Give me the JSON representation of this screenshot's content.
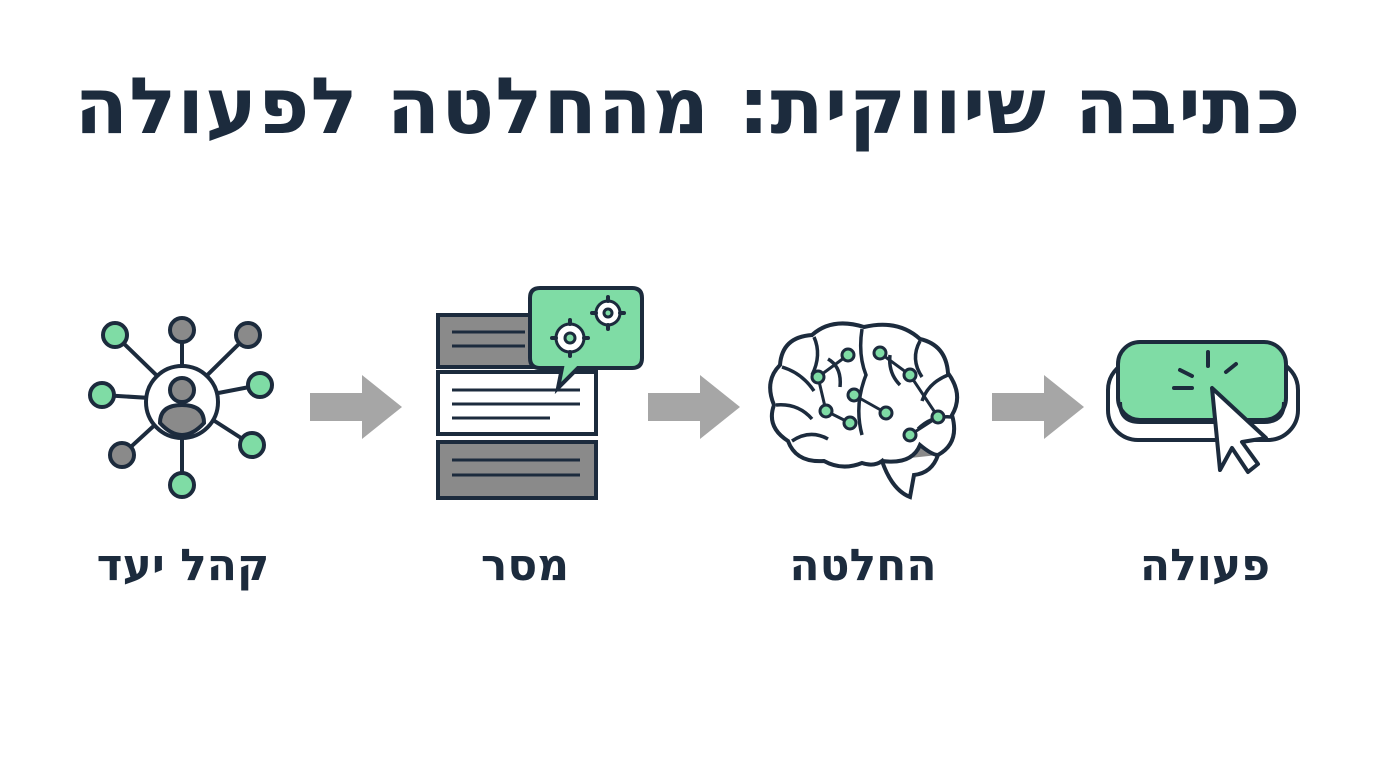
{
  "title": "כתיבה שיווקית: מהחלטה לפעולה",
  "colors": {
    "outline": "#1c2b3d",
    "accent_green": "#7fdca5",
    "gray": "#8a8a8a",
    "arrow_gray": "#a6a6a6"
  },
  "steps": [
    {
      "label": "קהל יעד",
      "icon": "audience-network-icon"
    },
    {
      "label": "מסר",
      "icon": "message-document-icon"
    },
    {
      "label": "החלטה",
      "icon": "brain-icon"
    },
    {
      "label": "פעולה",
      "icon": "click-button-icon"
    }
  ]
}
